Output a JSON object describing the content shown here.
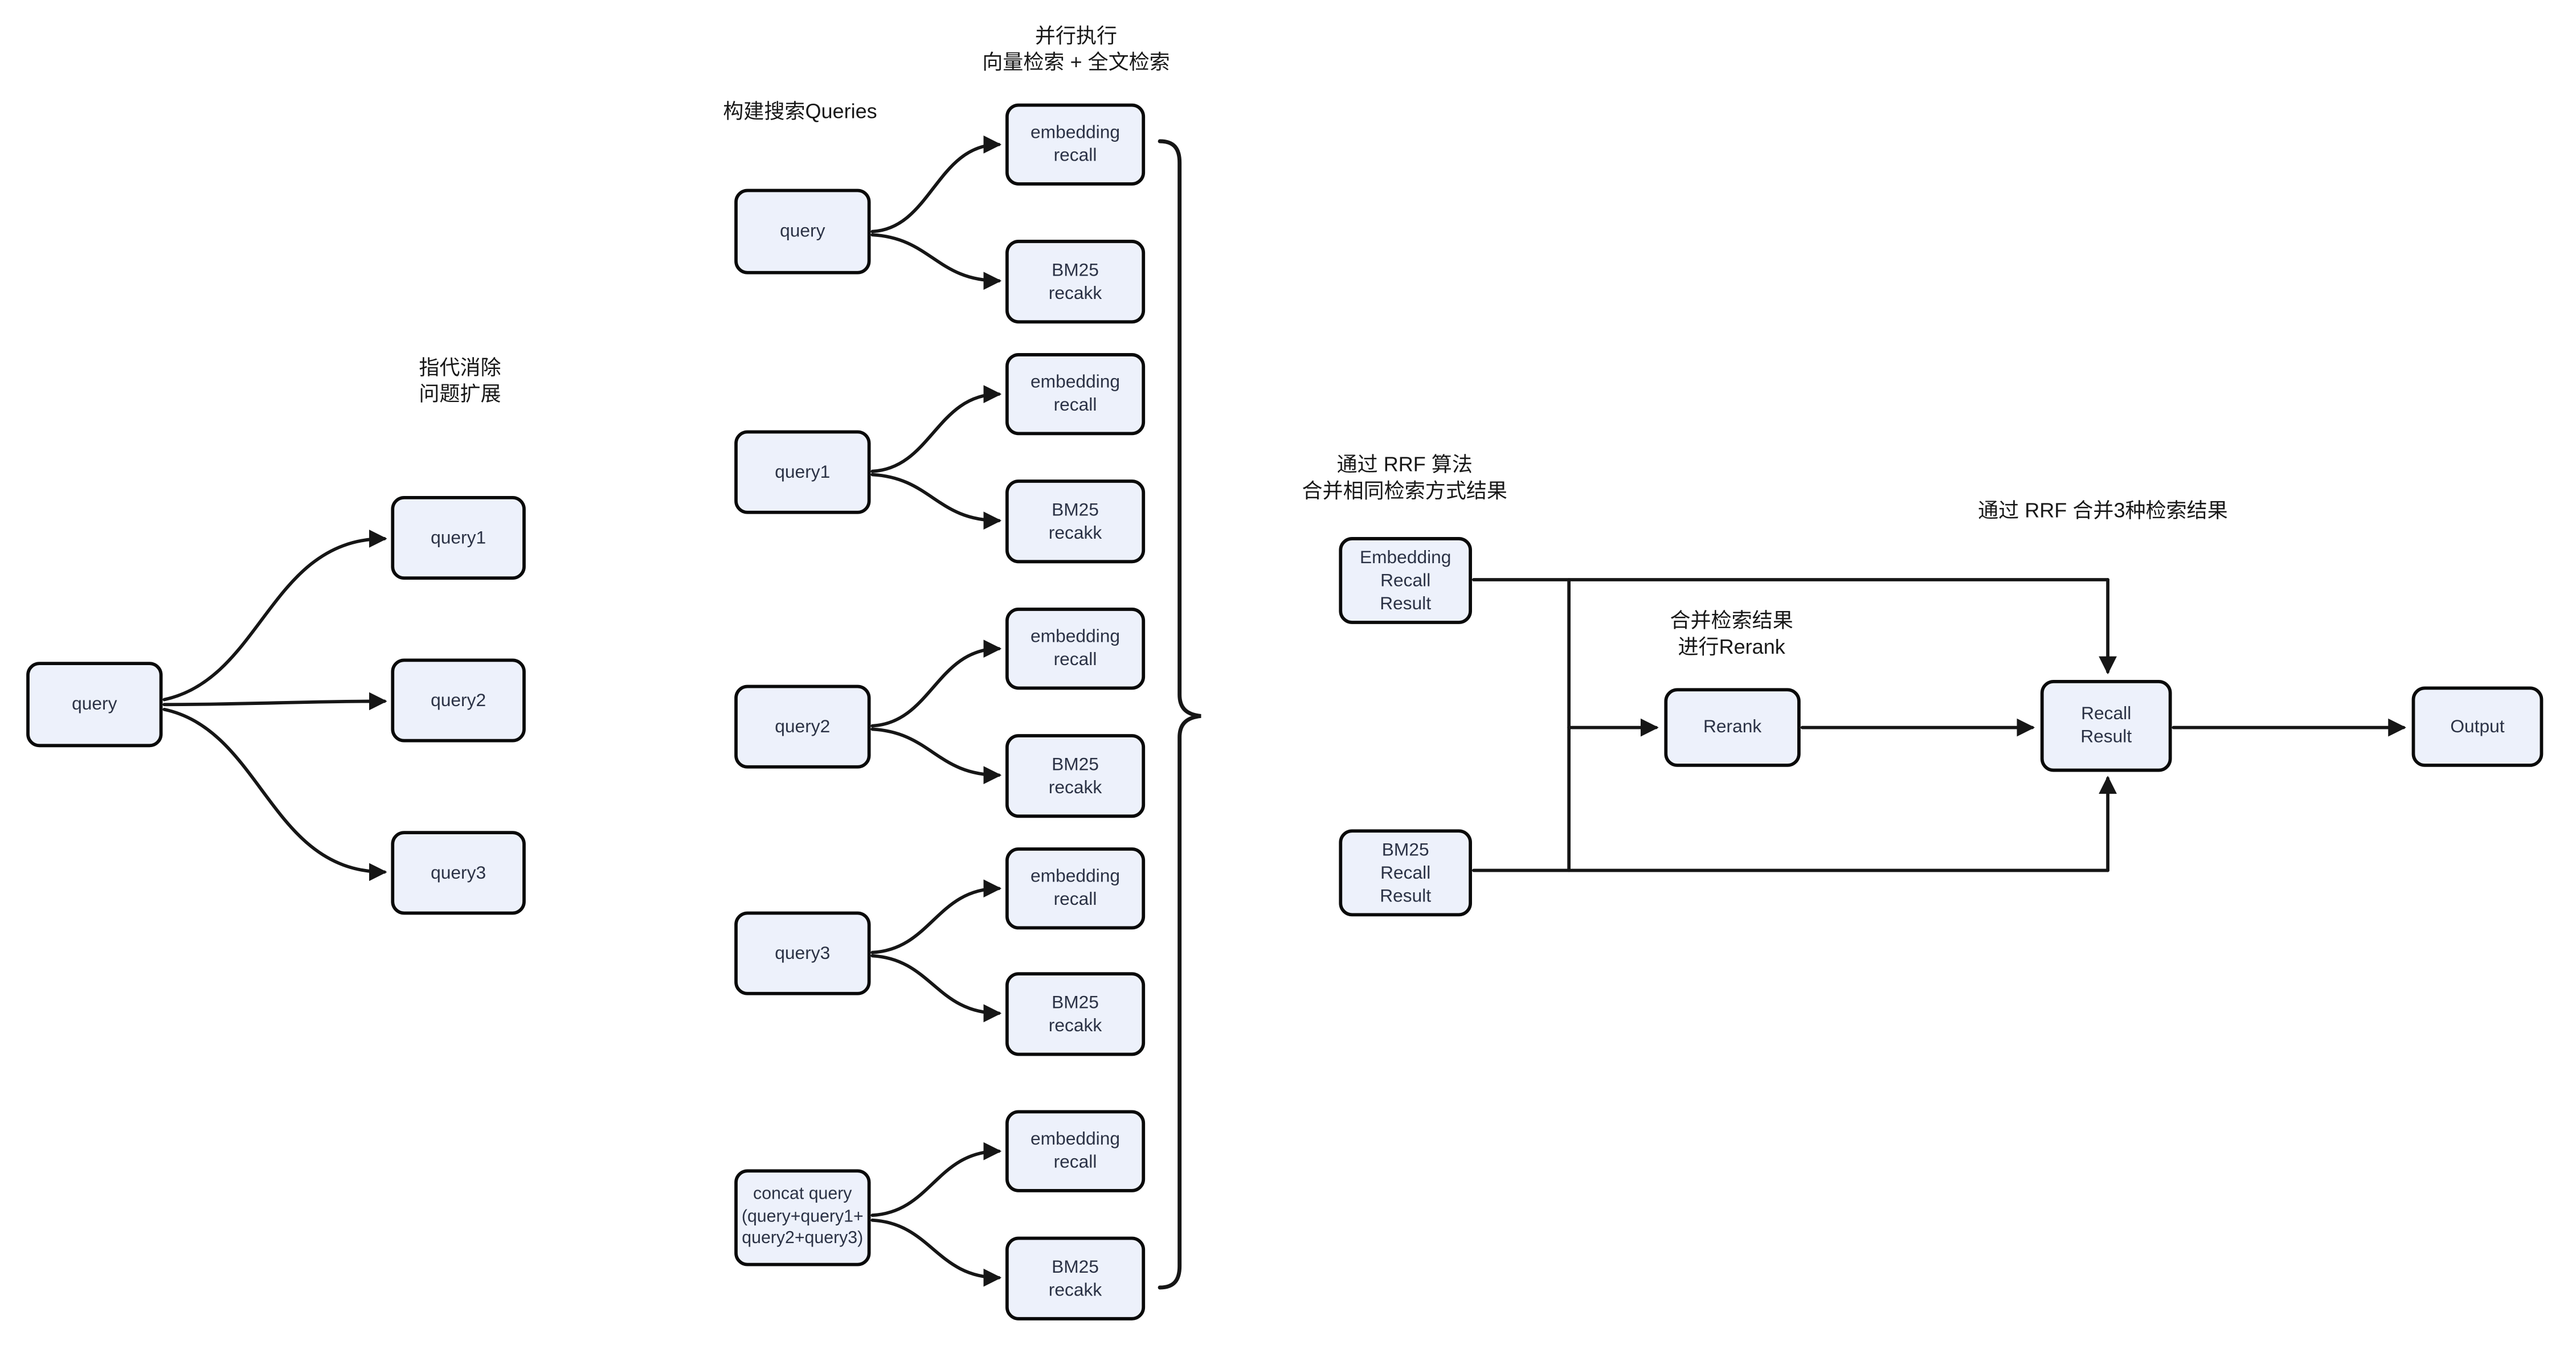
{
  "labels": {
    "left_note": "指代消除\n问题扩展",
    "build_queries": "构建搜索Queries",
    "parallel_note": "并行执行\n向量检索 + 全文检索",
    "rrf_same_note": "通过 RRF 算法\n合并相同检索方式结果",
    "rerank_note": "合并检索结果\n进行Rerank",
    "rrf_merge3_note": "通过 RRF 合并3种检索结果"
  },
  "left": {
    "query": "query",
    "query1": "query1",
    "query2": "query2",
    "query3": "query3"
  },
  "middle": {
    "groups": [
      {
        "source": "query",
        "embedding": "embedding\nrecall",
        "bm25": "BM25\nrecakk"
      },
      {
        "source": "query1",
        "embedding": "embedding\nrecall",
        "bm25": "BM25\nrecakk"
      },
      {
        "source": "query2",
        "embedding": "embedding\nrecall",
        "bm25": "BM25\nrecakk"
      },
      {
        "source": "query3",
        "embedding": "embedding\nrecall",
        "bm25": "BM25\nrecakk"
      },
      {
        "source": "concat query\n(query+query1+\nquery2+query3)",
        "embedding": "embedding\nrecall",
        "bm25": "BM25\nrecakk"
      }
    ]
  },
  "right": {
    "embedding_recall_result": "Embedding\nRecall\nResult",
    "bm25_recall_result": "BM25\nRecall\nResult",
    "rerank": "Rerank",
    "recall_result": "Recall\nResult",
    "output": "Output"
  },
  "colors": {
    "node_fill": "#edf1fb",
    "node_border": "#0a0a0a",
    "edge": "#161616",
    "node_text": "#2b3245",
    "label_text": "#181818"
  }
}
